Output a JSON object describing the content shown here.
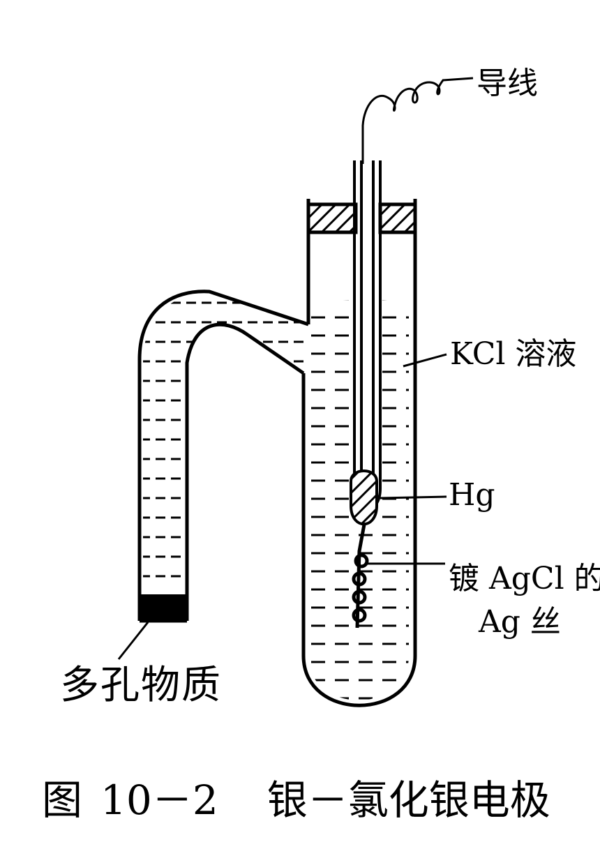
{
  "labels": {
    "wire": "导线",
    "kcl_solution": "KCl 溶液",
    "mercury": "Hg",
    "agcl_coated_wire_line1": "镀 AgCl 的",
    "agcl_coated_wire_line2": "Ag 丝",
    "porous_material": "多孔物质"
  },
  "caption": {
    "figure_prefix": "图",
    "figure_number": "10－2",
    "title": "银－氯化银电极"
  },
  "colors": {
    "ink": "#000000",
    "paper": "#ffffff"
  }
}
